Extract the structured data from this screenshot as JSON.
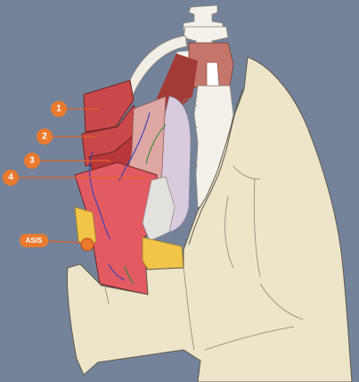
{
  "colors": {
    "background": "#74839a",
    "skin": "#ede5c9",
    "skin_outline": "#5e5a4e",
    "spine": "#f4f1ea",
    "rib": "#f1eee6",
    "psoas_deep": "#a23a36",
    "muscle_red": "#c9484a",
    "muscle_pink": "#e25b63",
    "muscle_light": "#dea7a3",
    "fascia_lavender": "#d7cbdd",
    "fat_yellow": "#f1c54a",
    "bone_gray": "#e3e1de",
    "nerve_blue": "#3340b5",
    "nerve_green": "#2f8c39",
    "marker_orange": "#ea7a2e",
    "leader_line": "#e0632a"
  },
  "labels": {
    "marker_1": "1",
    "marker_2": "2",
    "marker_3": "3",
    "marker_4": "4",
    "asis": "ASIS"
  }
}
